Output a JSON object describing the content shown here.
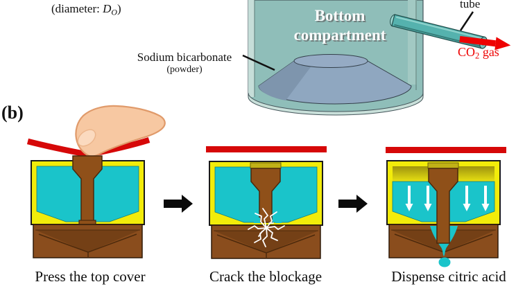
{
  "figure": {
    "colors": {
      "red": "#d60808",
      "cyan": "#1ac4ca",
      "yellow": "#f2ec0a",
      "plunger_brown": "#8f5019",
      "block_brown": "#8a4d1d",
      "block_dark_brown": "#744016",
      "vessel_teal": "#8fbeb9",
      "wall_light": "#c6ded9",
      "powder_slate": "#8fa7c0",
      "powder_top": "#95abc4",
      "tube_teal": "#55b2ae",
      "arrow_black": "#0a0a0a",
      "arrow_red": "#ee0202",
      "skin": "#f7c8a2",
      "nail": "#fbdabf",
      "olive_recess": "#c0b117",
      "white": "#ffffff"
    },
    "top": {
      "diameter_label": {
        "prefix": "(diameter: ",
        "symbol": "D",
        "subscript": "O",
        "suffix": ")"
      },
      "vessel_label": {
        "line1": "Bottom",
        "line2": "compartment"
      },
      "powder_label": {
        "line1": "Sodium bicarbonate",
        "line2": "(powder)"
      },
      "tube_label": "tube",
      "gas_label": {
        "prefix": "CO",
        "subscript": "2",
        "suffix": " gas"
      }
    },
    "panel_b": {
      "label": "(b)",
      "steps": [
        {
          "caption": "Press the top cover"
        },
        {
          "caption": "Crack the blockage"
        },
        {
          "caption": "Dispense citric acid"
        }
      ]
    }
  }
}
